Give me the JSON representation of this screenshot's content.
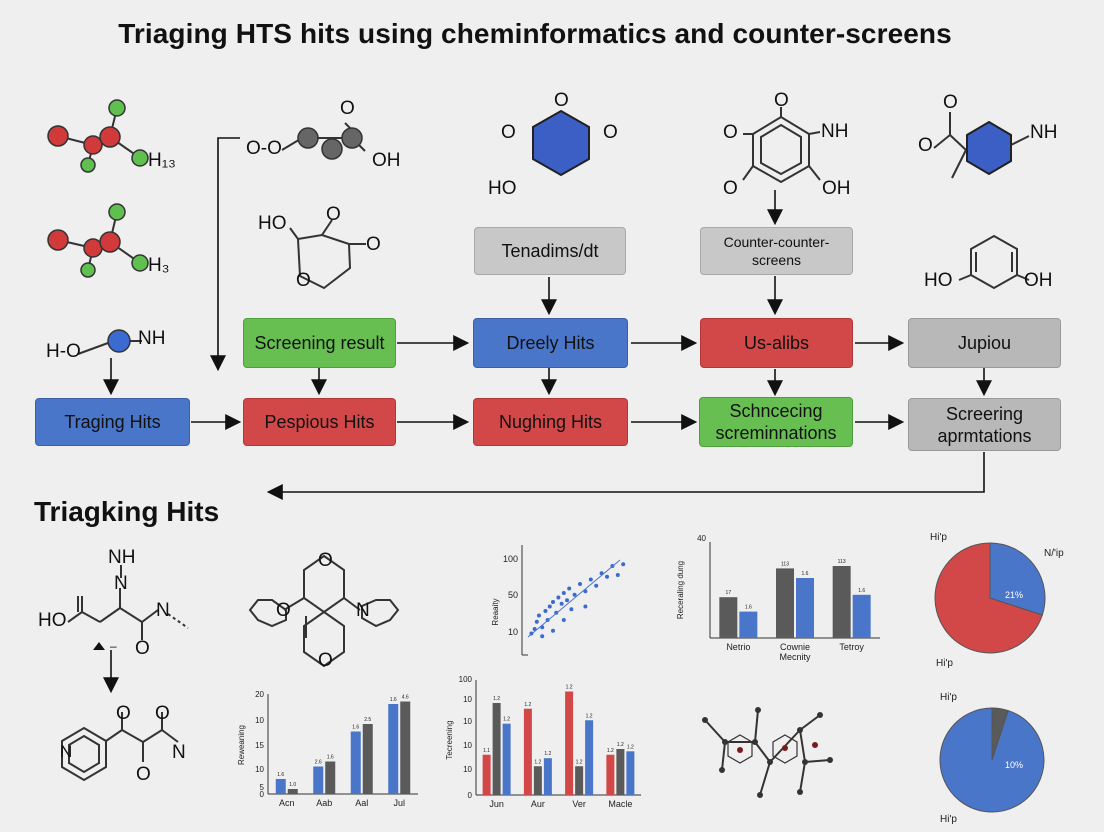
{
  "title": "Triaging HTS hits using cheminformatics and counter-screens",
  "section_title": "Triagking Hits",
  "colors": {
    "blue": "#4a76c9",
    "red": "#d24848",
    "green": "#67bf52",
    "gray": "#b8b8b8",
    "dark_gray": "#5a5a5a"
  },
  "boxes": {
    "triaging_hits": "Traging Hits",
    "screening_result": "Screening result",
    "pespious_hits": "Pespious Hits",
    "tenadims": "Tenadims/dt",
    "dreely_hits": "Dreely Hits",
    "nughing_hits": "Nughing Hits",
    "counter_screens": "Counter-counter-screens",
    "us_alibs": "Us-alibs",
    "schnceeing": "Schncecing screminnations",
    "jupiou": "Jupiou",
    "screering": "Screering aprmtations"
  },
  "molecule_labels": {
    "m1": "H₁₃",
    "m2": "H₃",
    "m3_left": "H-O",
    "m3_right": "NH",
    "m4_left": "O-O",
    "m4_top": "O",
    "m4_right": "OH",
    "m5_ho": "HO",
    "m5_o1": "O",
    "m5_o2": "O",
    "m5_o3": "O",
    "m6_top": "O",
    "m6_left": "O",
    "m6_right": "O",
    "m6_ho": "HO",
    "m7_top": "O",
    "m7_left": "O",
    "m7_nh": "NH",
    "m7_o": "O",
    "m7_oh": "OH",
    "m8_o1": "O",
    "m8_o2": "O",
    "m8_nh": "NH",
    "m9_ho": "HO",
    "m9_oh": "OH",
    "m10_nh": "NH",
    "m10_n": "N",
    "m10_ho": "HO",
    "m10_n2": "N",
    "m10_o": "O",
    "m11_o1": "O",
    "m11_o2": "O",
    "m11_n": "N",
    "m11_n2": "N",
    "m11_o3": "O",
    "m12_n": "N",
    "m12_n2": "N",
    "m12_o1": "O",
    "m12_o2": "O",
    "m12_o3": "O"
  },
  "chart_data": [
    {
      "type": "scatter",
      "ylabel": "Reaaity",
      "yticks": [
        "100",
        "50",
        "10"
      ],
      "points": [
        [
          0.05,
          0.15
        ],
        [
          0.08,
          0.2
        ],
        [
          0.1,
          0.28
        ],
        [
          0.12,
          0.35
        ],
        [
          0.15,
          0.22
        ],
        [
          0.18,
          0.4
        ],
        [
          0.2,
          0.3
        ],
        [
          0.22,
          0.45
        ],
        [
          0.25,
          0.5
        ],
        [
          0.28,
          0.38
        ],
        [
          0.3,
          0.55
        ],
        [
          0.33,
          0.48
        ],
        [
          0.35,
          0.6
        ],
        [
          0.38,
          0.52
        ],
        [
          0.4,
          0.65
        ],
        [
          0.45,
          0.58
        ],
        [
          0.5,
          0.7
        ],
        [
          0.55,
          0.62
        ],
        [
          0.6,
          0.75
        ],
        [
          0.65,
          0.68
        ],
        [
          0.7,
          0.82
        ],
        [
          0.75,
          0.78
        ],
        [
          0.8,
          0.9
        ],
        [
          0.85,
          0.8
        ],
        [
          0.9,
          0.92
        ],
        [
          0.15,
          0.12
        ],
        [
          0.25,
          0.18
        ],
        [
          0.35,
          0.3
        ],
        [
          0.42,
          0.42
        ],
        [
          0.55,
          0.45
        ]
      ]
    },
    {
      "type": "bar",
      "ylabel": "Receraling dung",
      "ylim": [
        0,
        40
      ],
      "yticks": [
        "40"
      ],
      "categories": [
        "Netrio",
        "Cownie Mecnity",
        "Tetroy"
      ],
      "series": [
        {
          "values": [
            17,
            29,
            30
          ],
          "labels": [
            "17",
            "113",
            "113"
          ]
        },
        {
          "values": [
            11,
            25,
            18
          ],
          "labels": [
            "1.6",
            "1.6",
            "1.6"
          ]
        }
      ]
    },
    {
      "type": "pie",
      "labels": [
        "Hi'p",
        "N/'ip",
        "Hi'p"
      ],
      "slice_label": "21%",
      "values": [
        70,
        30
      ]
    },
    {
      "type": "bar",
      "ylabel": "Reweaning",
      "ylim": [
        0,
        20
      ],
      "yticks": [
        "20",
        "10",
        "15",
        "10",
        "5",
        "0"
      ],
      "categories": [
        "Acn",
        "Aab",
        "Aal",
        "Jul"
      ],
      "series": [
        {
          "values": [
            3,
            5.5,
            12.5,
            18
          ],
          "labels": [
            "1.6",
            "2.6",
            "1.6",
            "1.6"
          ]
        },
        {
          "values": [
            1,
            6.5,
            14,
            18.5
          ],
          "labels": [
            "1.0",
            "1.6",
            "2.5",
            "4.6"
          ]
        }
      ]
    },
    {
      "type": "bar",
      "ylabel": "Tecreening",
      "ylim": [
        0,
        100
      ],
      "yticks": [
        "100",
        "10",
        "10",
        "10",
        "10",
        "0"
      ],
      "categories": [
        "Jun",
        "Aur",
        "Ver",
        "Macle"
      ],
      "series": [
        {
          "values": [
            35,
            75,
            90,
            35
          ],
          "labels": [
            "1.1",
            "1.2",
            "1.2",
            "1.2"
          ]
        },
        {
          "values": [
            80,
            25,
            25,
            40
          ],
          "labels": [
            "1.2",
            "1.2",
            "1.2",
            "1.2"
          ]
        },
        {
          "values": [
            62,
            32,
            65,
            38
          ],
          "labels": [
            "1.2",
            "1.2",
            "1.2",
            "1.2"
          ]
        }
      ]
    },
    {
      "type": "pie",
      "labels": [
        "Hi'p",
        "Hi'p"
      ],
      "slice_label": "10%",
      "values": [
        95,
        5
      ]
    }
  ]
}
